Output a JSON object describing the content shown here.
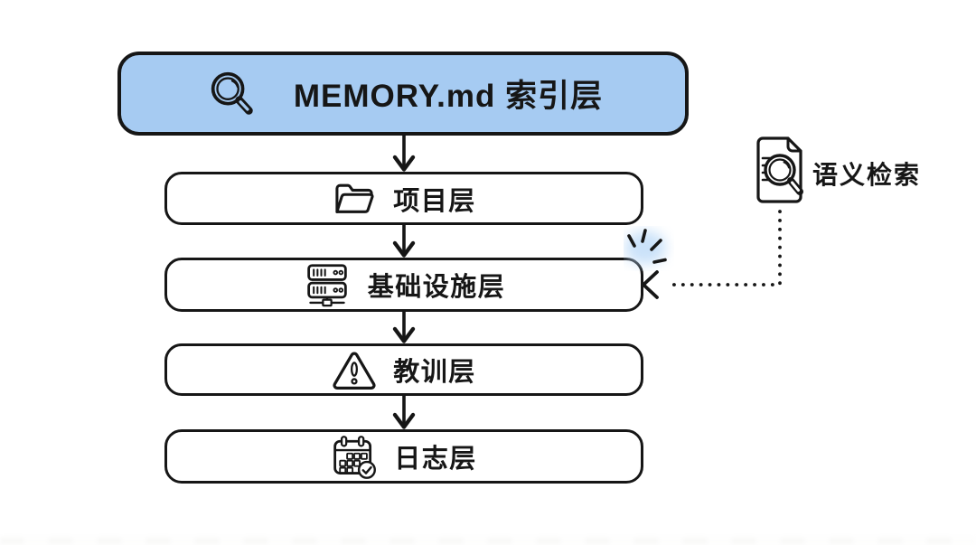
{
  "diagram": {
    "title_box": {
      "label": "MEMORY.md 索引层",
      "icon": "magnifier-icon",
      "fill": "#a6cbf2"
    },
    "layers": [
      {
        "label": "项目层",
        "icon": "folder-icon"
      },
      {
        "label": "基础设施层",
        "icon": "server-icon"
      },
      {
        "label": "教训层",
        "icon": "warning-triangle-icon"
      },
      {
        "label": "日志层",
        "icon": "calendar-check-icon"
      }
    ],
    "annotation": {
      "label": "语义检索",
      "icon": "document-search-icon",
      "connector_style": "dotted-arrow",
      "points_to": "基础设施层"
    },
    "colors": {
      "ink": "#161616",
      "accent_blue": "#a6cbf2",
      "sparkle_glow": "#b9d8f7",
      "background": "#ffffff"
    }
  }
}
